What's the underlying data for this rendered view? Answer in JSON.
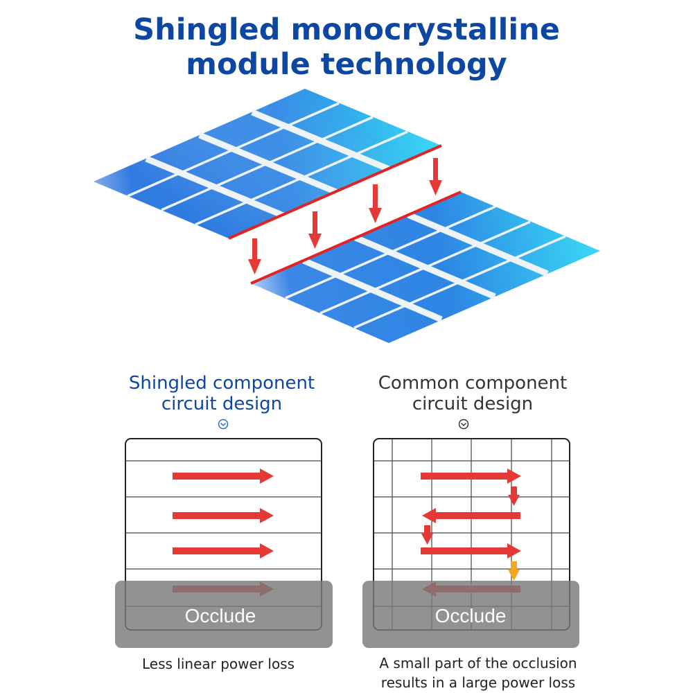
{
  "title": {
    "line1": "Shingled monocrystalline",
    "line2": "module technology"
  },
  "colors": {
    "title_blue": "#0d47a1",
    "arrow_red": "#e53935",
    "arrow_occluded": "#a0522d",
    "arrow_orange": "#f5a623",
    "occlude_gray": "#8c8c8c",
    "cell_blue": "#2f7fe0",
    "cell_cyan": "#36d3f2"
  },
  "shingled": {
    "heading_line1": "Shingled component",
    "heading_line2": "circuit design",
    "toggle_icon": "chevron-down-circle-icon",
    "occlude_label": "Occlude",
    "caption": "Less linear power loss"
  },
  "common": {
    "heading_line1": "Common component",
    "heading_line2": "circuit design",
    "toggle_icon": "chevron-down-circle-icon",
    "occlude_label": "Occlude",
    "caption_line1": "A small part of the occlusion",
    "caption_line2": "results in a large power loss"
  }
}
